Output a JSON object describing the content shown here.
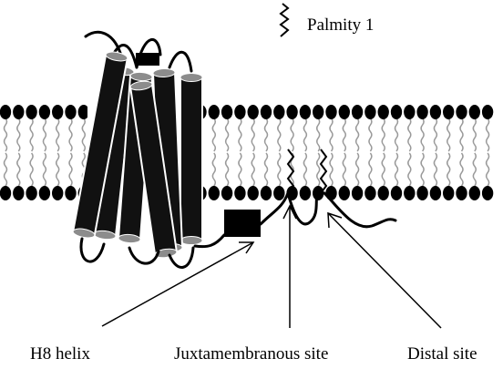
{
  "legend": {
    "icon": "palmitoyl-chain-icon",
    "label": "Palmity 1"
  },
  "labels": {
    "h8_helix": "H8 helix",
    "juxtamembranous_site": "Juxtamembranous site",
    "distal_site": "Distal site"
  },
  "colors": {
    "helix": "#111111",
    "helix_cap": "#8c8c8c",
    "lipid_head": "#000000",
    "lipid_tail": "#9a9a9a",
    "line": "#000000",
    "background": "#ffffff"
  }
}
